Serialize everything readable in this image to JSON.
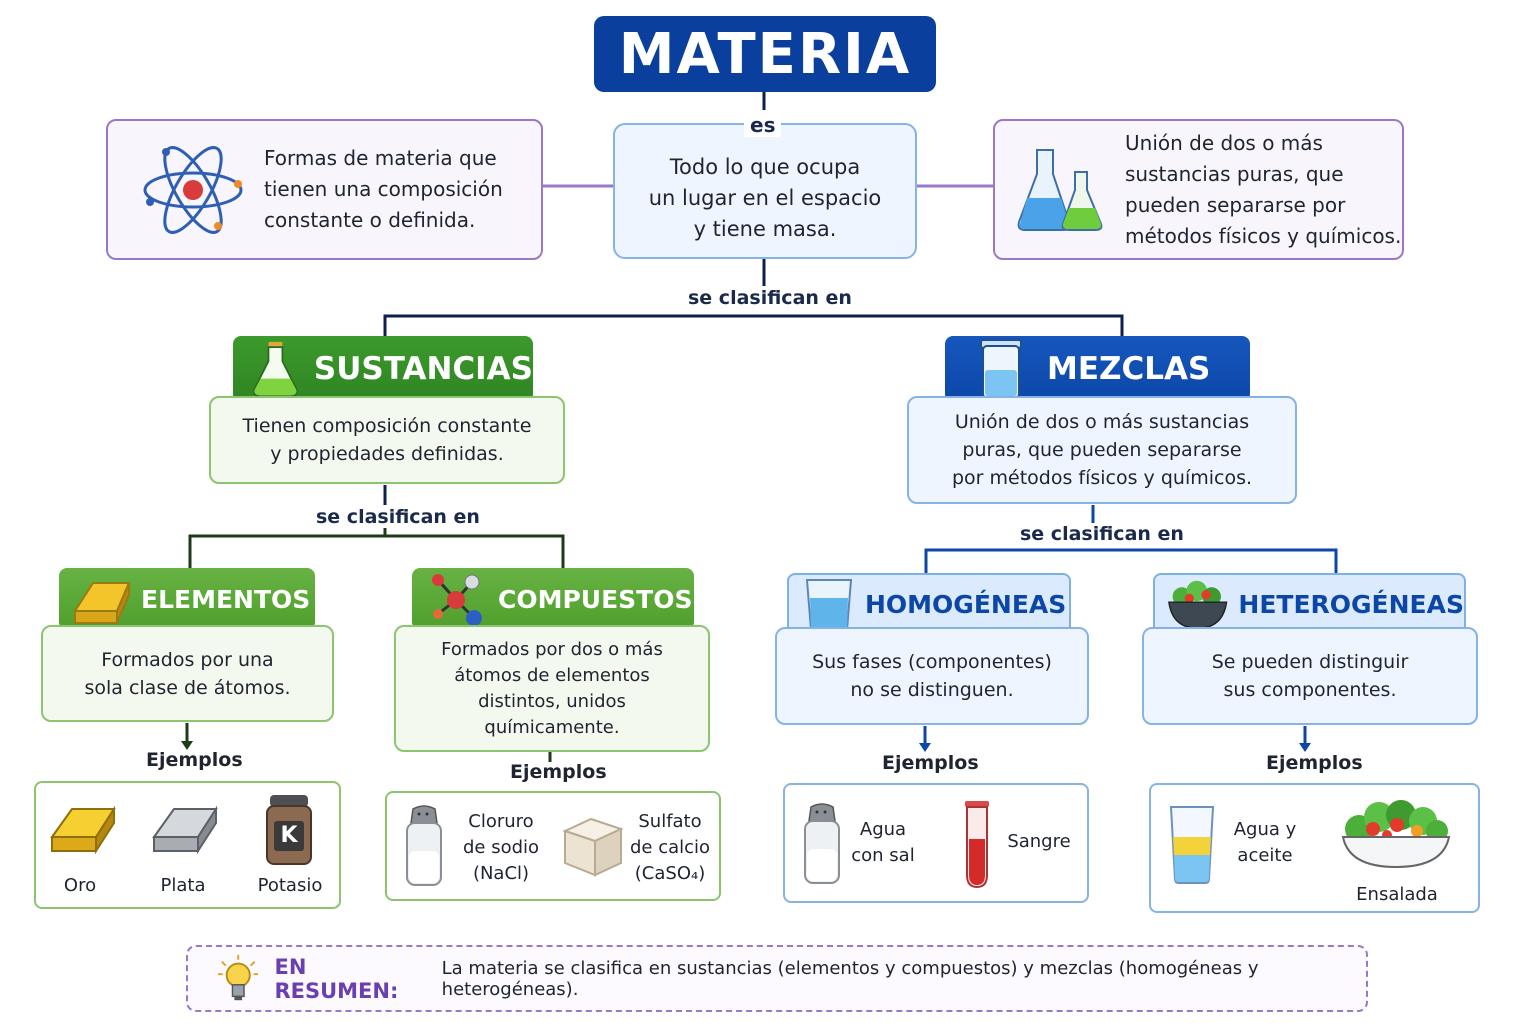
{
  "title": "MATERIA",
  "connector_es": "es",
  "definition": [
    "Todo lo que ocupa",
    "un lugar en el espacio",
    "y tiene masa."
  ],
  "left_note": [
    "Formas de materia que",
    "tienen una composición",
    "constante o definida."
  ],
  "right_note": [
    "Unión de dos o más",
    "sustancias puras, que",
    "pueden separarse por",
    "métodos físicos y químicos."
  ],
  "connector_clasifican": "se clasifican en",
  "sustancias": {
    "title": "SUSTANCIAS",
    "desc": [
      "Tienen composición constante",
      "y propiedades definidas."
    ],
    "connector": "se clasifican en",
    "elementos": {
      "title": "ELEMENTOS",
      "desc": [
        "Formados por una",
        "sola clase de átomos."
      ],
      "examples_label": "Ejemplos",
      "examples": [
        "Oro",
        "Plata",
        "Potasio"
      ],
      "potasio_symbol": "K"
    },
    "compuestos": {
      "title": "COMPUESTOS",
      "desc": [
        "Formados por dos o más",
        "átomos de elementos",
        "distintos, unidos",
        "químicamente."
      ],
      "examples_label": "Ejemplos",
      "example1": [
        "Cloruro",
        "de sodio",
        "(NaCl)"
      ],
      "example2": [
        "Sulfato",
        "de calcio",
        "(CaSO₄)"
      ]
    }
  },
  "mezclas": {
    "title": "MEZCLAS",
    "desc": [
      "Unión de dos o más sustancias",
      "puras, que pueden separarse",
      "por métodos físicos y químicos."
    ],
    "connector": "se clasifican en",
    "homogeneas": {
      "title": "HOMOGÉNEAS",
      "desc": [
        "Sus fases (componentes)",
        "no se distinguen."
      ],
      "examples_label": "Ejemplos",
      "example1": [
        "Agua",
        "con sal"
      ],
      "example2": "Sangre"
    },
    "heterogeneas": {
      "title": "HETEROGÉNEAS",
      "desc": [
        "Se pueden distinguir",
        "sus componentes."
      ],
      "examples_label": "Ejemplos",
      "example1": [
        "Agua y",
        "aceite"
      ],
      "example2": "Ensalada"
    }
  },
  "summary": {
    "head": "EN RESUMEN:",
    "text": "La materia se clasifica en sustancias (elementos y compuestos) y mezclas (homogéneas y heterogéneas)."
  },
  "colors": {
    "navy": "#0b3f9e",
    "green": "#3c9a2c",
    "blue": "#0c47a8",
    "purple": "#6a3fb0"
  }
}
